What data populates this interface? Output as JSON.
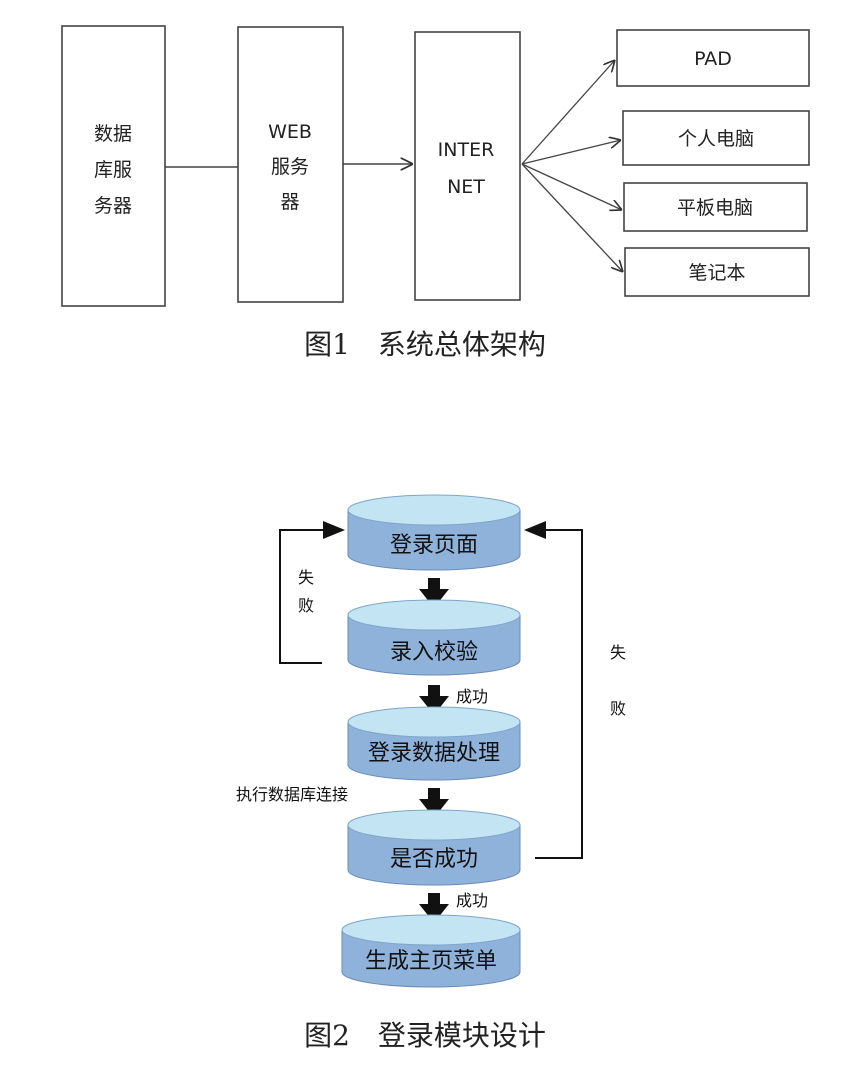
{
  "figure1": {
    "caption": "图1　系统总体架构",
    "db_server": [
      "数据",
      "库服",
      "务器"
    ],
    "web_server": [
      "WEB",
      "服务",
      "器"
    ],
    "internet": [
      "INTER",
      "NET"
    ],
    "clients": [
      "PAD",
      "个人电脑",
      "平板电脑",
      "笔记本"
    ]
  },
  "figure2": {
    "caption": "图2　登录模块设计",
    "steps": [
      "登录页面",
      "录入校验",
      "登录数据处理",
      "是否成功",
      "生成主页菜单"
    ],
    "success_label": "成功",
    "fail_label_left": [
      "失",
      "败"
    ],
    "fail_label_right": [
      "失",
      "败"
    ],
    "db_connect_label": "执行数据库连接"
  },
  "colors": {
    "cylinder_top": "#c3e4f2",
    "cylinder_body": "#8fb2da",
    "line": "#111111"
  }
}
